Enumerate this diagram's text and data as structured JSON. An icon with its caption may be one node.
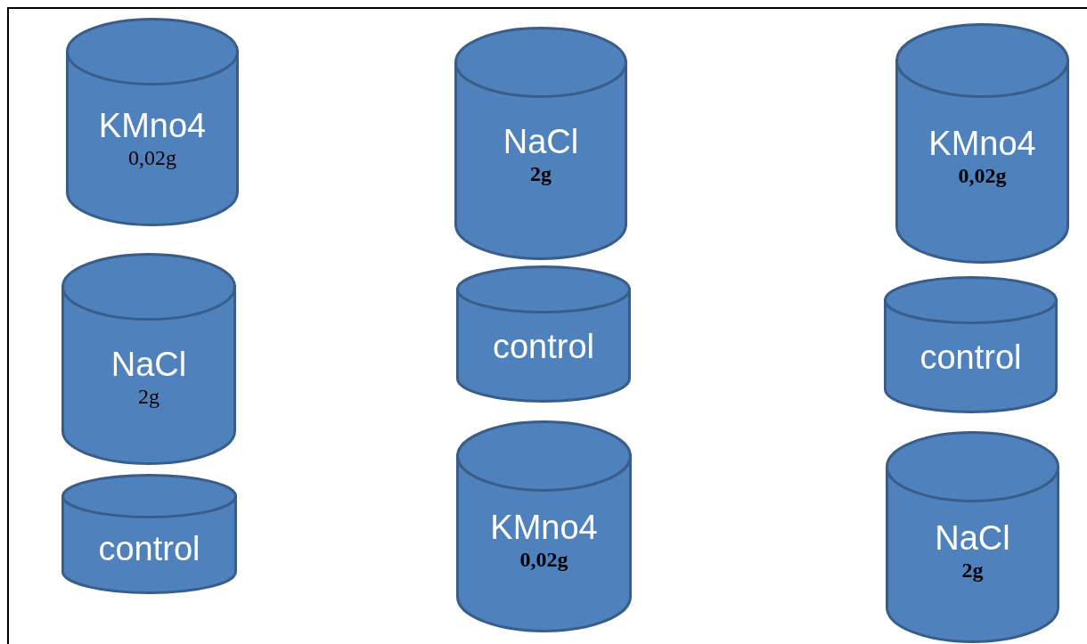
{
  "diagram": {
    "nodes": [
      {
        "text": [
          "KMno4",
          "0,02g"
        ]
      },
      {
        "text": [
          "NaCl",
          "2g"
        ]
      },
      {
        "text": [
          "KMno4",
          "0,02g"
        ]
      },
      {
        "text": [
          "NaCl",
          "2g"
        ]
      },
      {
        "text": [
          "control"
        ]
      },
      {
        "text": [
          "control"
        ]
      },
      {
        "text": [
          "control"
        ]
      },
      {
        "text": [
          "KMno4",
          "0,02g"
        ]
      },
      {
        "text": [
          "NaCl",
          "2g"
        ]
      }
    ]
  }
}
